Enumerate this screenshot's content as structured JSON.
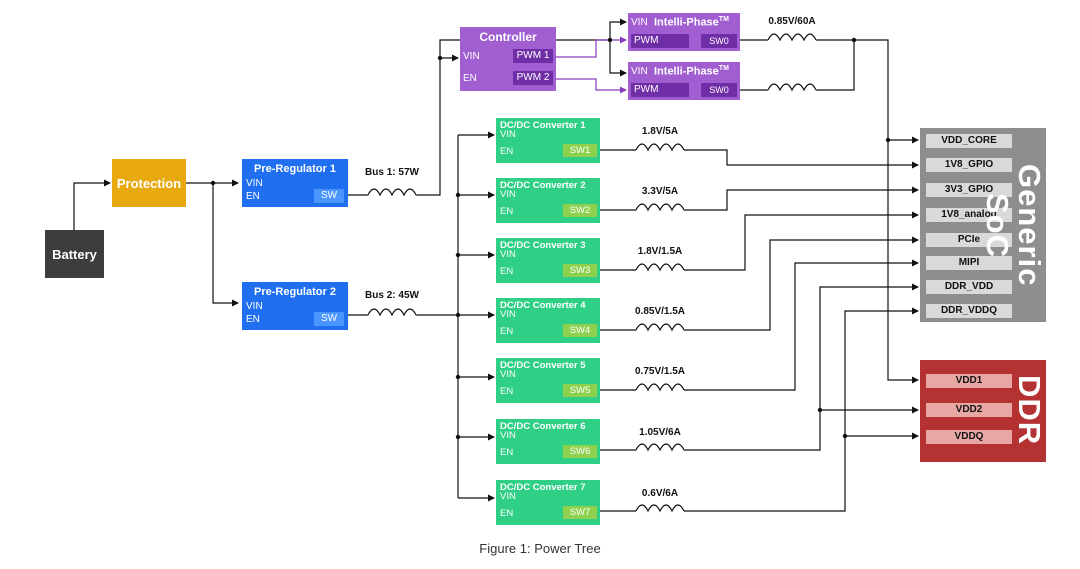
{
  "caption": "Figure 1: Power Tree",
  "battery": {
    "label": "Battery"
  },
  "protection": {
    "label": "Protection"
  },
  "pre_regulators": [
    {
      "title": "Pre-Regulator 1",
      "vin": "VIN",
      "en": "EN",
      "sw": "SW",
      "bus": "Bus 1: 57W"
    },
    {
      "title": "Pre-Regulator 2",
      "vin": "VIN",
      "en": "EN",
      "sw": "SW",
      "bus": "Bus 2: 45W"
    }
  ],
  "controller": {
    "title": "Controller",
    "vin": "VIN",
    "en": "EN",
    "pwm1": "PWM 1",
    "pwm2": "PWM 2"
  },
  "intelli_phase": [
    {
      "vin": "VIN",
      "name": "Intelli-Phase",
      "tm": "TM",
      "pwm": "PWM",
      "sw": "SW0"
    },
    {
      "vin": "VIN",
      "name": "Intelli-Phase",
      "tm": "TM",
      "pwm": "PWM",
      "sw": "SW0"
    }
  ],
  "core_rail_label": "0.85V/60A",
  "converters": [
    {
      "title": "DC/DC Converter 1",
      "vin": "VIN",
      "en": "EN",
      "sw": "SW1",
      "rating": "1.8V/5A"
    },
    {
      "title": "DC/DC Converter 2",
      "vin": "VIN",
      "en": "EN",
      "sw": "SW2",
      "rating": "3.3V/5A"
    },
    {
      "title": "DC/DC Converter 3",
      "vin": "VIN",
      "en": "EN",
      "sw": "SW3",
      "rating": "1.8V/1.5A"
    },
    {
      "title": "DC/DC Converter 4",
      "vin": "VIN",
      "en": "EN",
      "sw": "SW4",
      "rating": "0.85V/1.5A"
    },
    {
      "title": "DC/DC Converter 5",
      "vin": "VIN",
      "en": "EN",
      "sw": "SW5",
      "rating": "0.75V/1.5A"
    },
    {
      "title": "DC/DC Converter 6",
      "vin": "VIN",
      "en": "EN",
      "sw": "SW6",
      "rating": "1.05V/6A"
    },
    {
      "title": "DC/DC Converter 7",
      "vin": "VIN",
      "en": "EN",
      "sw": "SW7",
      "rating": "0.6V/6A"
    }
  ],
  "soc": {
    "label": "Generic SoC",
    "rails": [
      "VDD_CORE",
      "1V8_GPIO",
      "3V3_GPIO",
      "1V8_analog",
      "PCIe",
      "MIPI",
      "DDR_VDD",
      "DDR_VDDQ"
    ]
  },
  "ddr": {
    "label": "DDR",
    "rails": [
      "VDD1",
      "VDD2",
      "VDDQ"
    ]
  },
  "colors": {
    "battery": "#3d3d3d",
    "protection": "#e8a90f",
    "pre_regulator": "#1f6ff0",
    "controller": "#a05ed1",
    "converter": "#2fcf86",
    "soc": "#8e8e8e",
    "ddr": "#b43232"
  }
}
